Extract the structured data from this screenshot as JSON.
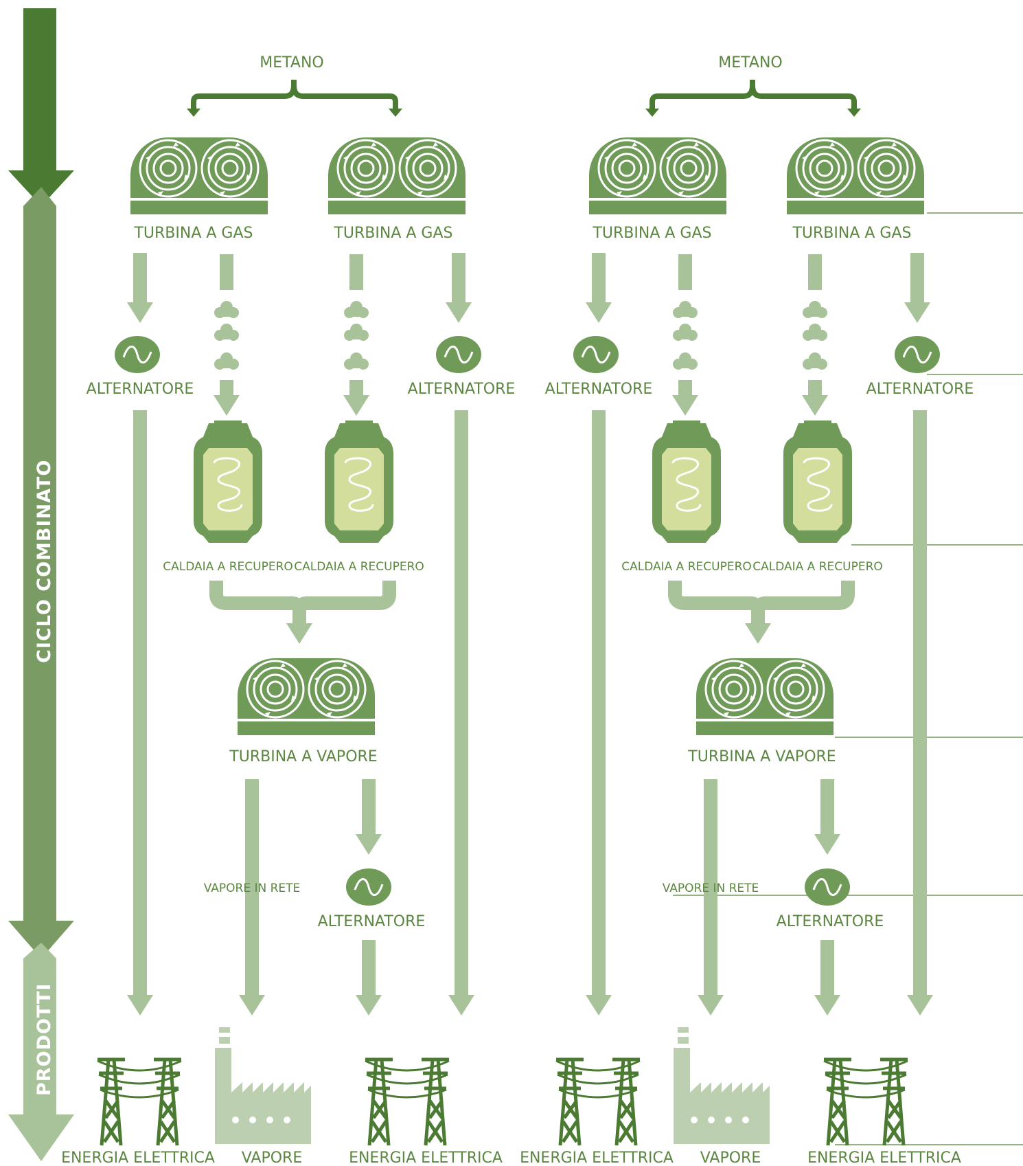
{
  "colors": {
    "dark": "#4b7a32",
    "medium": "#7a9c64",
    "icon": "#6f9a58",
    "light": "#a8c29a",
    "pale": "#bcd0b1",
    "boiler_fill": "#d3de9d",
    "text": "#5b8741"
  },
  "side_bar": {
    "top_label": "CICLO COMBINATO",
    "bottom_label": "PRODOTTI"
  },
  "groups": [
    {
      "fuel_label": "METANO",
      "gas_turbine_left_label": "TURBINA A GAS",
      "gas_turbine_right_label": "TURBINA A GAS",
      "alternator_left_label": "ALTERNATORE",
      "alternator_right_label": "ALTERNATORE",
      "boiler_left_label": "CALDAIA A RECUPERO",
      "boiler_right_label": "CALDAIA A RECUPERO",
      "steam_turbine_label": "TURBINA A VAPORE",
      "steam_network_label": "VAPORE IN RETE",
      "steam_alternator_label": "ALTERNATORE",
      "products": [
        "ENERGIA ELETTRICA",
        "VAPORE",
        "ENERGIA ELETTRICA"
      ]
    },
    {
      "fuel_label": "METANO",
      "gas_turbine_left_label": "TURBINA A GAS",
      "gas_turbine_right_label": "TURBINA A GAS",
      "alternator_left_label": "ALTERNATORE",
      "alternator_right_label": "ALTERNATORE",
      "boiler_left_label": "CALDAIA A RECUPERO",
      "boiler_right_label": "CALDAIA A RECUPERO",
      "steam_turbine_label": "TURBINA A VAPORE",
      "steam_network_label": "VAPORE IN RETE",
      "steam_alternator_label": "ALTERNATORE",
      "products": [
        "ENERGIA ELETTRICA",
        "VAPORE",
        "ENERGIA ELETTRICA"
      ]
    }
  ]
}
